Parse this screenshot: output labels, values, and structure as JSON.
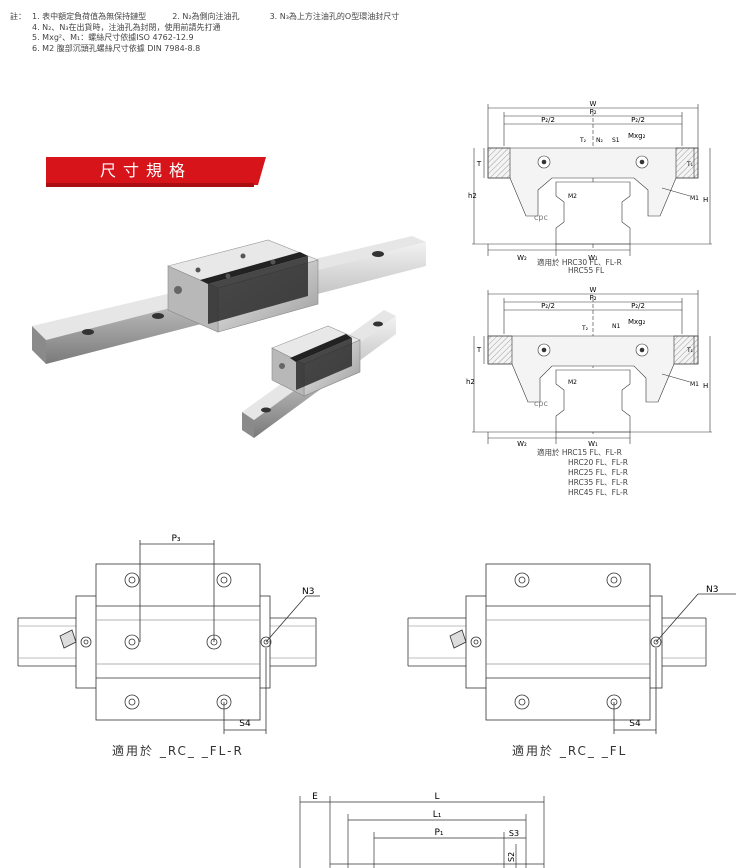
{
  "notes": {
    "label": "註：",
    "line1": [
      "1. 表中額定負荷值為無保持鏈型",
      "2. N₂為側向注油孔",
      "3. N₃為上方注油孔的O型環油封尺寸"
    ],
    "line2": "4. N₂、N₃在出貨時，注油孔為封閉，使用前請先打通",
    "line3": "5. Mxg²、M₁：螺絲尺寸依據ISO 4762-12.9",
    "line4": "6. M2 腹部沉頭孔螺絲尺寸依據 DIN 7984-8.8"
  },
  "banner": {
    "title": "尺寸規格",
    "color": "#d7141a"
  },
  "section_top": {
    "labels": {
      "W": "W",
      "P2": "P₂",
      "P2half_left": "P₂/2",
      "P2half_right": "P₂/2",
      "T2": "T₂",
      "N2": "N₂",
      "S1": "S1",
      "Mxg2": "Mxg₂",
      "T": "T",
      "T1": "T₁",
      "h2": "h2",
      "H": "H",
      "M1": "M1",
      "M2": "M2",
      "W2": "W₂",
      "W1": "W₁",
      "logo": "cpc"
    },
    "applies": [
      "適用於 HRC30 FL、FL-R",
      "HRC55 FL"
    ]
  },
  "section_mid": {
    "labels": {
      "W": "W",
      "P2": "P₂",
      "P2half_left": "P₂/2",
      "P2half_right": "P₂/2",
      "T2": "T₂",
      "N1": "N1",
      "Mxg2": "Mxg₂",
      "T": "T",
      "T1": "T₁",
      "h2": "h2",
      "H": "H",
      "M1": "M1",
      "M2": "M2",
      "W2": "W₂",
      "W1": "W₁",
      "logo": "cpc"
    },
    "applies": [
      "適用於 HRC15 FL、FL-R",
      "HRC20 FL、FL-R",
      "HRC25 FL、FL-R",
      "HRC35 FL、FL-R",
      "HRC45 FL、FL-R"
    ]
  },
  "top_view_left": {
    "P3": "P₃",
    "S4": "S4",
    "N3": "N3",
    "caption": "適用於 _RC_ _FL-R"
  },
  "top_view_right": {
    "S4": "S4",
    "N3": "N3",
    "caption": "適用於 _RC_ _FL"
  },
  "side_view": {
    "E": "E",
    "L": "L",
    "L1": "L₁",
    "P1": "P₁",
    "S3": "S3",
    "S2": "S2"
  }
}
